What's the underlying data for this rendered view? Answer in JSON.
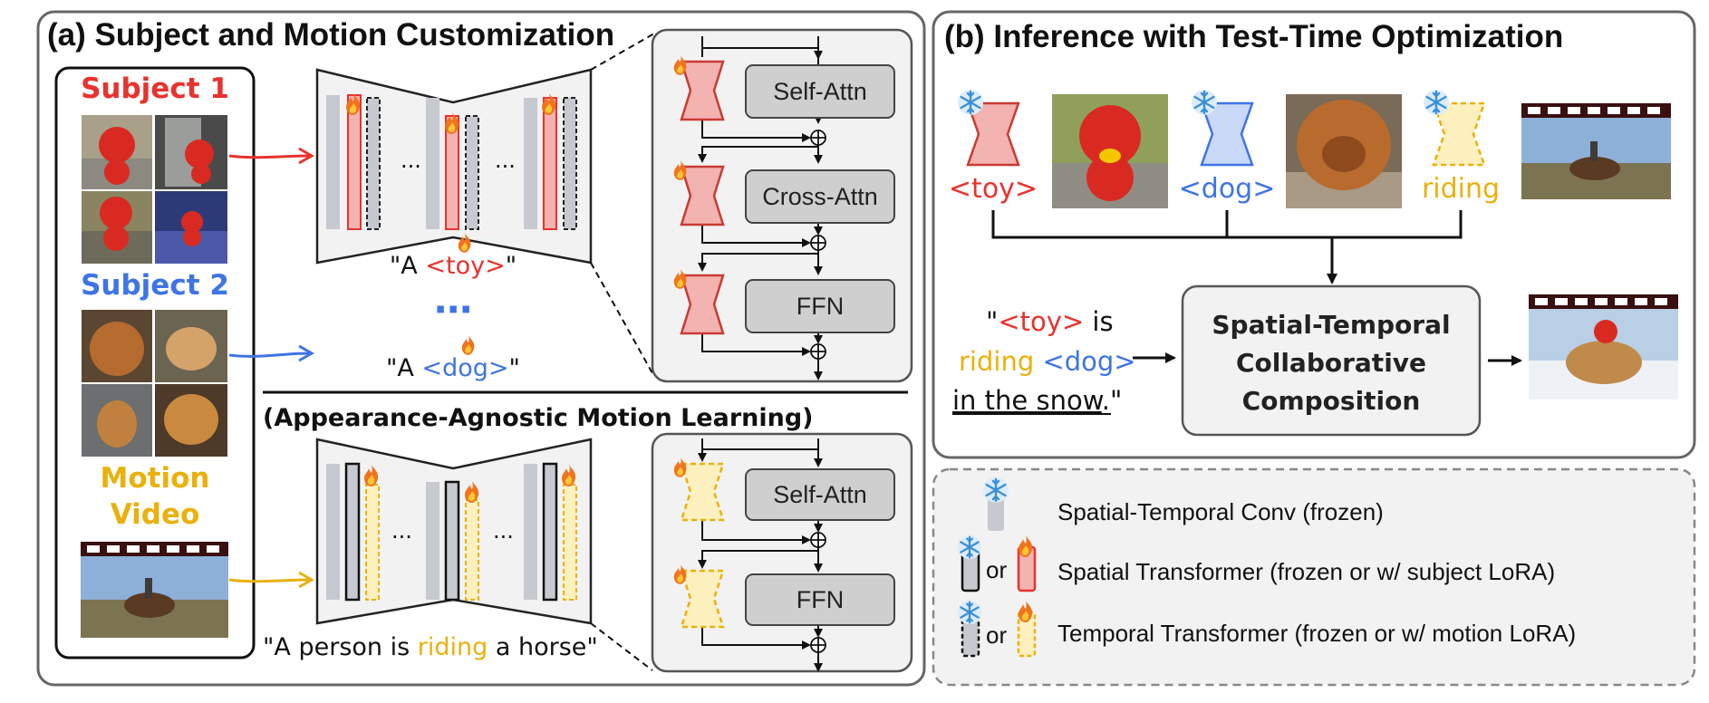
{
  "colors": {
    "red": "#e8322e",
    "blue": "#3f74e5",
    "yellow": "#e9b10e",
    "pink_fill": "#f3b3b0",
    "yellow_fill": "#fbf0be",
    "gray": "#c6c9cf",
    "dark_gray": "#8e9096",
    "attn_box": "#cfcfcf",
    "panel_bg": "#f2f2f2"
  },
  "panel_a": {
    "title": "(a) Subject and Motion Customization",
    "subject1_label": "Subject 1",
    "subject2_label": "Subject 2",
    "motion_label_line1": "Motion",
    "motion_label_line2": "Video",
    "prompt_toy": {
      "pre": "\"A ",
      "token": "<toy>",
      "post": "\""
    },
    "prompt_dog": {
      "pre": "\"A ",
      "token": "<dog>",
      "post": "\""
    },
    "ellipsis_vertical": "⋯",
    "ellipsis": "...",
    "motion_section_title": "(Appearance-Agnostic Motion Learning)",
    "motion_prompt": {
      "pre": "\"A person is ",
      "token": "riding",
      "post": " a horse\""
    },
    "block_top": [
      "Self-Attn",
      "Cross-Attn",
      "FFN"
    ],
    "block_bottom": [
      "Self-Attn",
      "FFN"
    ]
  },
  "panel_b": {
    "title": "(b) Inference with Test-Time Optimization",
    "token_toy": "<toy>",
    "token_dog": "<dog>",
    "token_riding": "riding",
    "prompt": {
      "q1": "\"",
      "toy": "<toy>",
      "is": " is",
      "riding": "riding",
      "dog": " <dog>",
      "snow": "in the snow",
      "end": ".\""
    },
    "composition_line1": "Spatial-Temporal",
    "composition_line2": "Collaborative",
    "composition_line3": "Composition"
  },
  "legend": {
    "conv": "Spatial-Temporal Conv (frozen)",
    "or": "or",
    "spatial": "Spatial Transformer (frozen or w/ subject LoRA)",
    "temporal": "Temporal Transformer (frozen or w/ motion LoRA)"
  }
}
